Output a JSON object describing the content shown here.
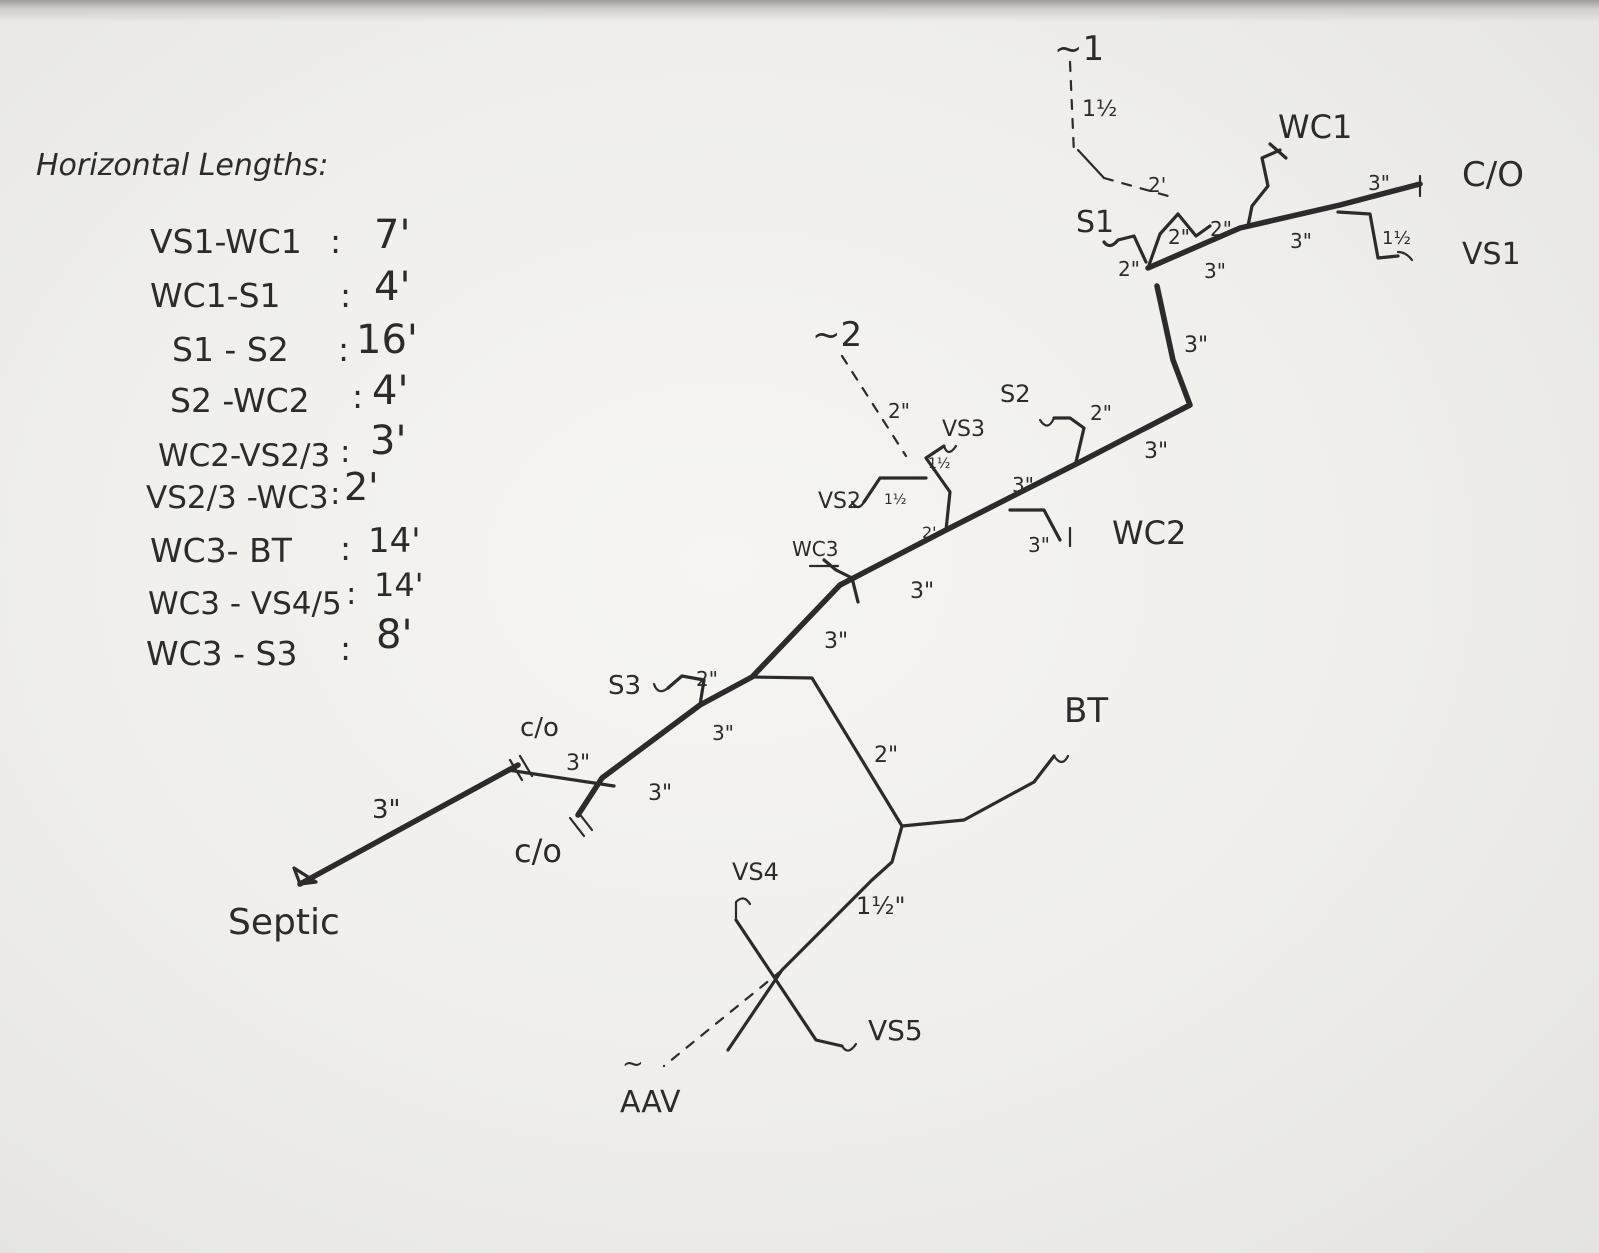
{
  "legend": {
    "heading": "Horizontal Lengths:",
    "rows": [
      {
        "pair": "VS1-WC1",
        "length": "7'"
      },
      {
        "pair": "WC1-S1",
        "length": "4'"
      },
      {
        "pair": "S1 - S2",
        "length": "16'"
      },
      {
        "pair": "S2 -WC2",
        "length": "4'"
      },
      {
        "pair": "WC2-VS2/3",
        "length": "3'"
      },
      {
        "pair": "VS2/3 -WC3",
        "length": "2'"
      },
      {
        "pair": "WC3- BT",
        "length": "14'"
      },
      {
        "pair": "WC3 - VS4/5",
        "length": "14'"
      },
      {
        "pair": "WC3 - S3",
        "length": "8'"
      }
    ]
  },
  "fixtures": {
    "wc1": "WC1",
    "co_top": "C/O",
    "vs1": "VS1",
    "s1": "S1",
    "s2": "S2",
    "vs3": "VS3",
    "vs2": "VS2",
    "wc2": "WC2",
    "wc3": "WC3",
    "s3": "S3",
    "co_mid": "c/o",
    "co_low": "c/o",
    "bt": "BT",
    "vs4": "VS4",
    "vs5": "VS5",
    "septic": "Septic",
    "aav": "AAV",
    "vent_1": "~1",
    "vent_2": "~2"
  },
  "pipe_sizes": {
    "vent1_riser": "1½",
    "s1_vent": "2'",
    "s1_arm": "2\"",
    "s1_arm_b": "2\"",
    "wc1_arm": "2\"",
    "main_upper_a": "3\"",
    "main_upper_b": "3\"",
    "vs1_arm": "1½",
    "co_top_run": "3\"",
    "drop_upper": "3\"",
    "main_mid_a": "3\"",
    "s2_arm": "2\"",
    "wc2_a": "3\"",
    "wc2_b": "3\"",
    "vent2_riser": "2\"",
    "vs3_arm": "1½",
    "vs2_arm": "1½",
    "vs_tie": "2'",
    "main_mid_b": "3\"",
    "main_mid_c": "3\"",
    "s3_arm": "2\"",
    "main_low_a": "3\"",
    "main_low_b": "3\"",
    "co_mid_run": "3\"",
    "septic_run": "3\"",
    "bt_branch": "2\"",
    "vs_branch": "1½\""
  }
}
